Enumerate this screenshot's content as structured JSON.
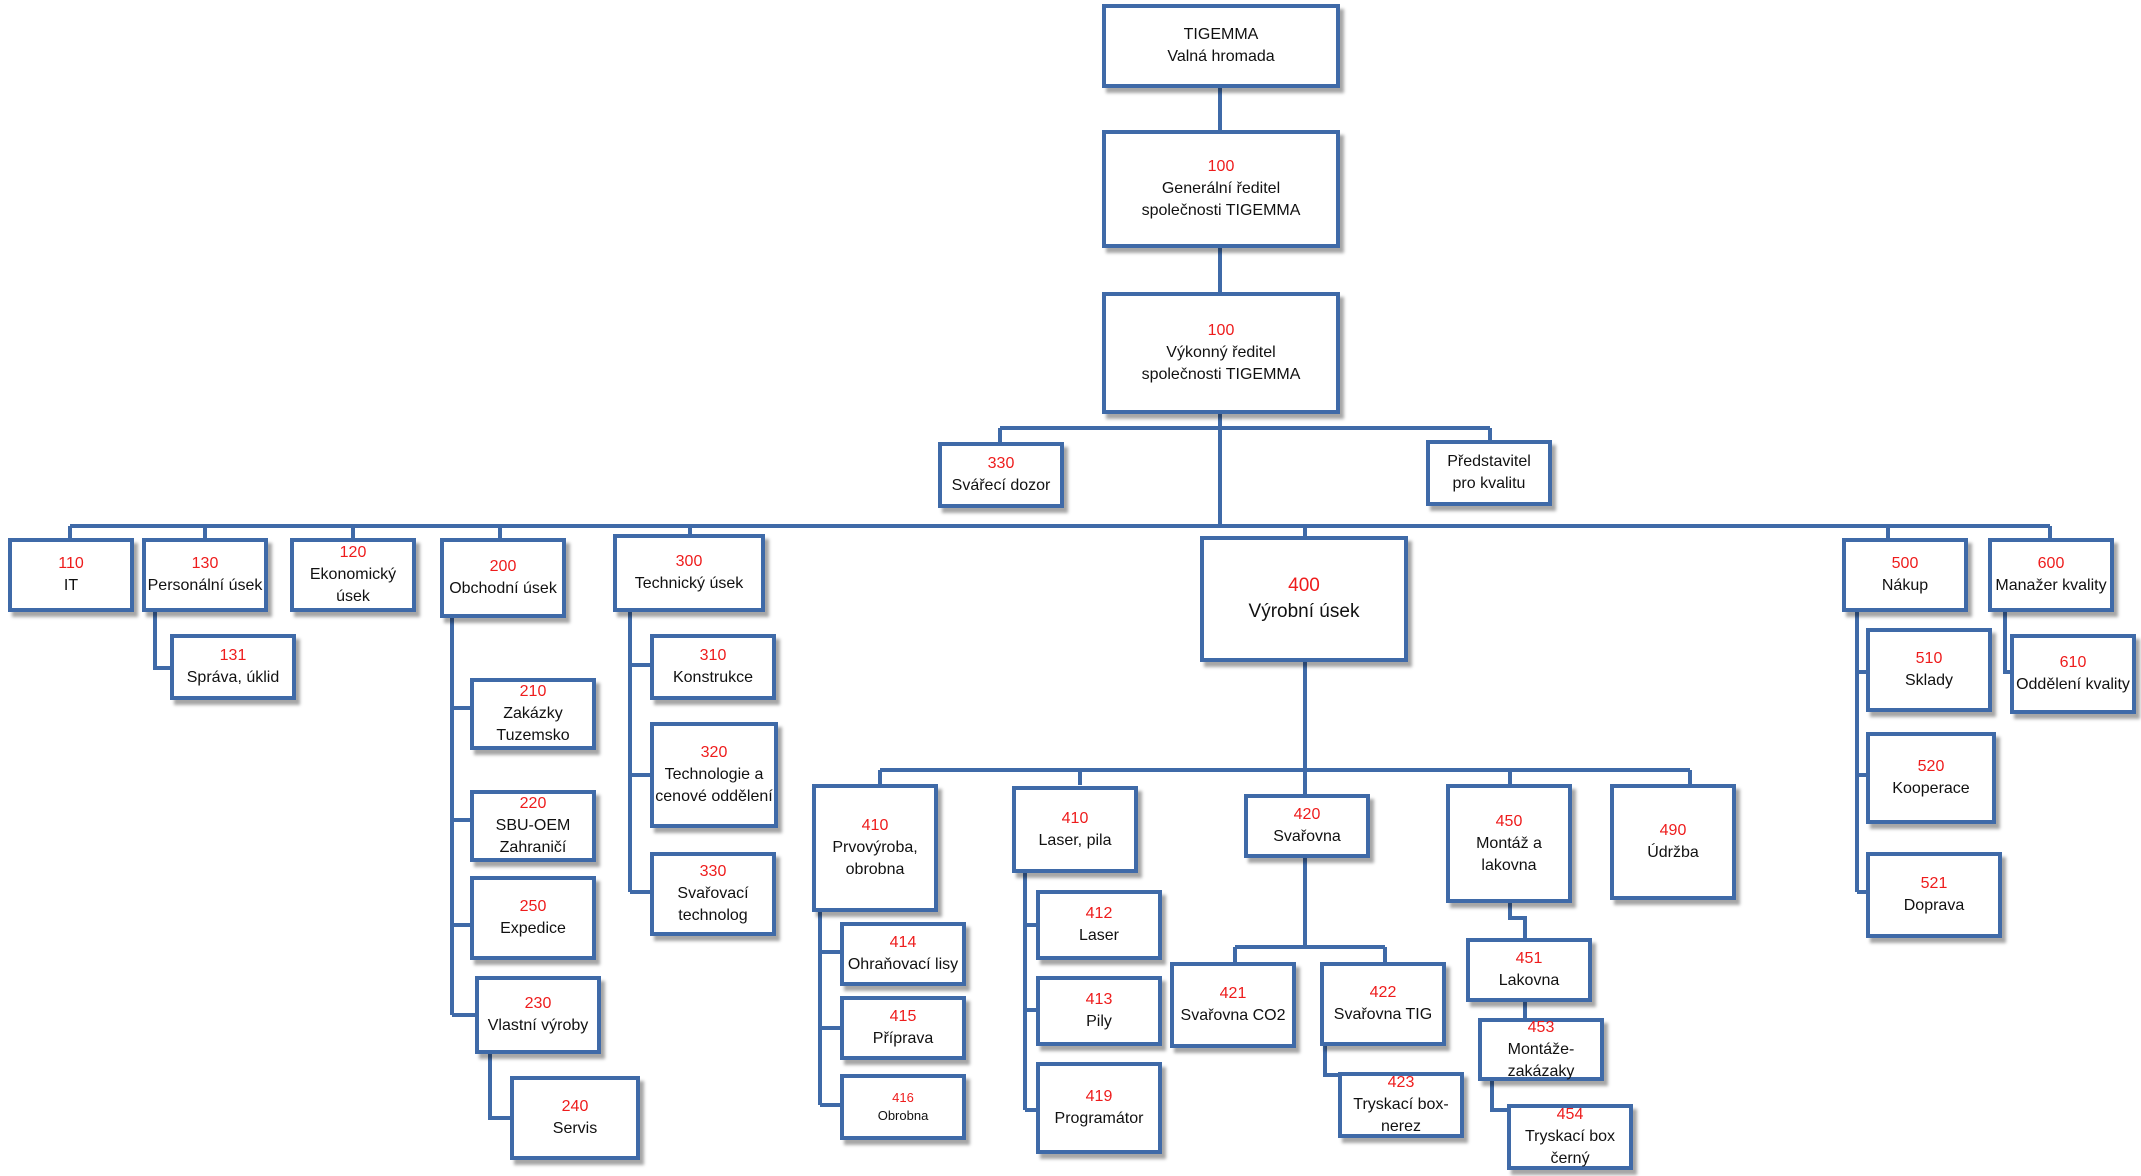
{
  "nodes": {
    "gm": {
      "code": "",
      "label": "TIGEMMA\nValná hromada"
    },
    "gd": {
      "code": "100",
      "label": "Generální ředitel\nspolečnosti TIGEMMA"
    },
    "ed": {
      "code": "100",
      "label": "Výkonný ředitel\nspolečnosti TIGEMMA"
    },
    "n330a": {
      "code": "330",
      "label": "Svářecí dozor"
    },
    "qrep": {
      "code": "",
      "label": "Představitel\npro kvalitu"
    },
    "n110": {
      "code": "110",
      "label": "IT"
    },
    "n130": {
      "code": "130",
      "label": "Personální úsek"
    },
    "n131": {
      "code": "131",
      "label": "Správa, úklid"
    },
    "n120": {
      "code": "120",
      "label": "Ekonomický úsek"
    },
    "n200": {
      "code": "200",
      "label": "Obchodní úsek"
    },
    "n210": {
      "code": "210",
      "label": "Zakázky\nTuzemsko"
    },
    "n220": {
      "code": "220",
      "label": "SBU-OEM\nZahraničí"
    },
    "n250": {
      "code": "250",
      "label": "Expedice"
    },
    "n230": {
      "code": "230",
      "label": "Vlastní výroby"
    },
    "n240": {
      "code": "240",
      "label": "Servis"
    },
    "n300": {
      "code": "300",
      "label": "Technický úsek"
    },
    "n310": {
      "code": "310",
      "label": "Konstrukce"
    },
    "n320": {
      "code": "320",
      "label": "Technologie a\ncenové oddělení"
    },
    "n330b": {
      "code": "330",
      "label": "Svařovací\ntechnolog"
    },
    "n400": {
      "code": "400",
      "label": "Výrobní úsek"
    },
    "n410a": {
      "code": "410",
      "label": "Prvovýroba,\nobrobna"
    },
    "n414": {
      "code": "414",
      "label": "Ohraňovací lisy"
    },
    "n415": {
      "code": "415",
      "label": "Příprava"
    },
    "n416": {
      "code": "416",
      "label": "Obrobna"
    },
    "n410b": {
      "code": "410",
      "label": "Laser, pila"
    },
    "n412": {
      "code": "412",
      "label": "Laser"
    },
    "n413": {
      "code": "413",
      "label": "Pily"
    },
    "n419": {
      "code": "419",
      "label": "Programátor"
    },
    "n420": {
      "code": "420",
      "label": "Svařovna"
    },
    "n421": {
      "code": "421",
      "label": "Svařovna CO2"
    },
    "n422": {
      "code": "422",
      "label": "Svařovna TIG"
    },
    "n423": {
      "code": "423",
      "label": "Tryskací box-nerez"
    },
    "n450": {
      "code": "450",
      "label": "Montáž a lakovna"
    },
    "n451": {
      "code": "451",
      "label": "Lakovna"
    },
    "n453": {
      "code": "453",
      "label": "Montáže-\nzakázaky"
    },
    "n454": {
      "code": "454",
      "label": "Tryskací box\nčerný"
    },
    "n490": {
      "code": "490",
      "label": "Údržba"
    },
    "n500": {
      "code": "500",
      "label": "Nákup"
    },
    "n510": {
      "code": "510",
      "label": "Sklady"
    },
    "n520": {
      "code": "520",
      "label": "Kooperace"
    },
    "n521": {
      "code": "521",
      "label": "Doprava"
    },
    "n600": {
      "code": "600",
      "label": "Manažer kvality"
    },
    "n610": {
      "code": "610",
      "label": "Oddělení kvality"
    }
  },
  "colors": {
    "line": "#3f6aa8",
    "border": "#3f6aa8",
    "code": "#ee1c1c"
  }
}
